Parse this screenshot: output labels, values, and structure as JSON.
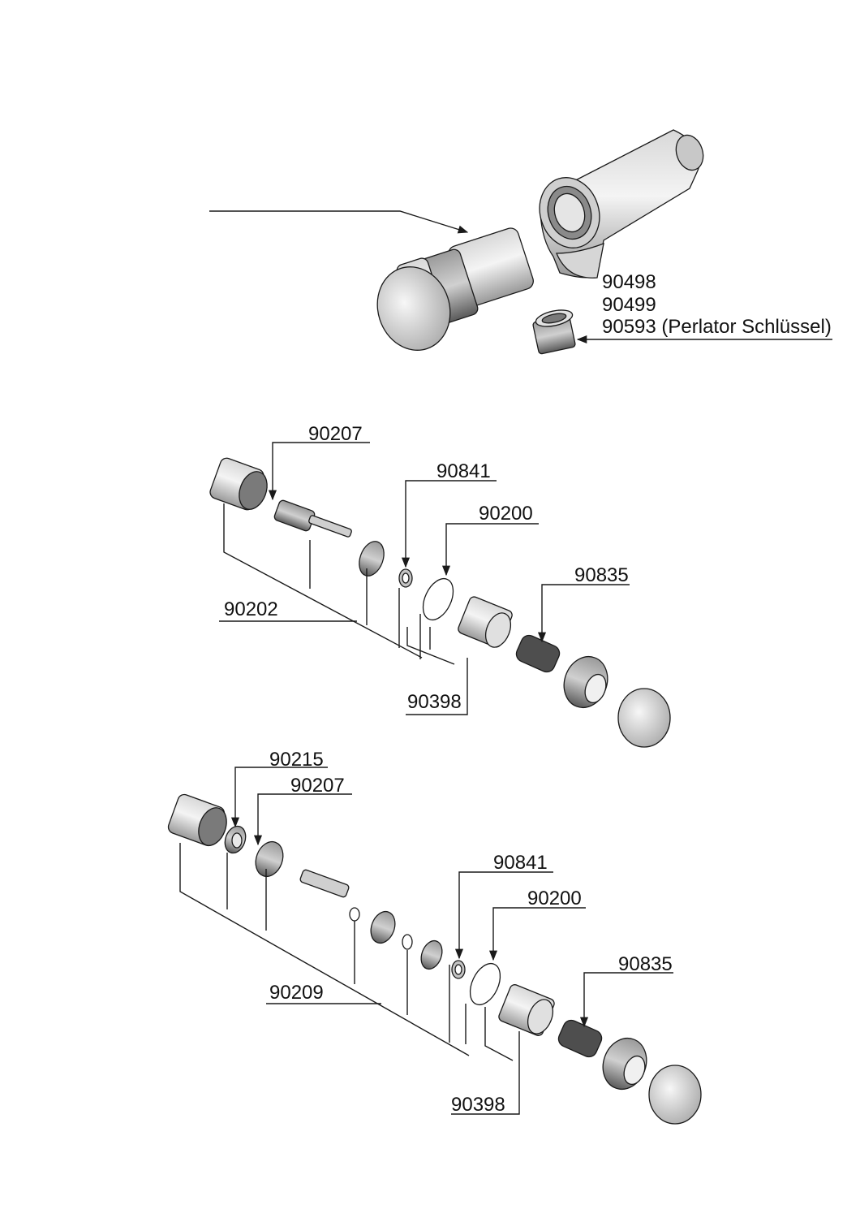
{
  "top_assembly": {
    "labels": [
      "90498",
      "90499",
      "90593 (Perlator Schlüssel)"
    ]
  },
  "cartridge_assembly_1": {
    "labels": {
      "p90207": "90207",
      "p90841": "90841",
      "p90200": "90200",
      "p90835": "90835",
      "p90202": "90202",
      "p90398": "90398"
    }
  },
  "cartridge_assembly_2": {
    "labels": {
      "p90215": "90215",
      "p90207": "90207",
      "p90841": "90841",
      "p90200": "90200",
      "p90835": "90835",
      "p90209": "90209",
      "p90398": "90398"
    }
  },
  "colors": {
    "line": "#1a1a1a",
    "part_fill_light": "#e6e6e6",
    "part_fill_mid": "#bdbdbd",
    "part_fill_dark": "#6e6e6e"
  }
}
